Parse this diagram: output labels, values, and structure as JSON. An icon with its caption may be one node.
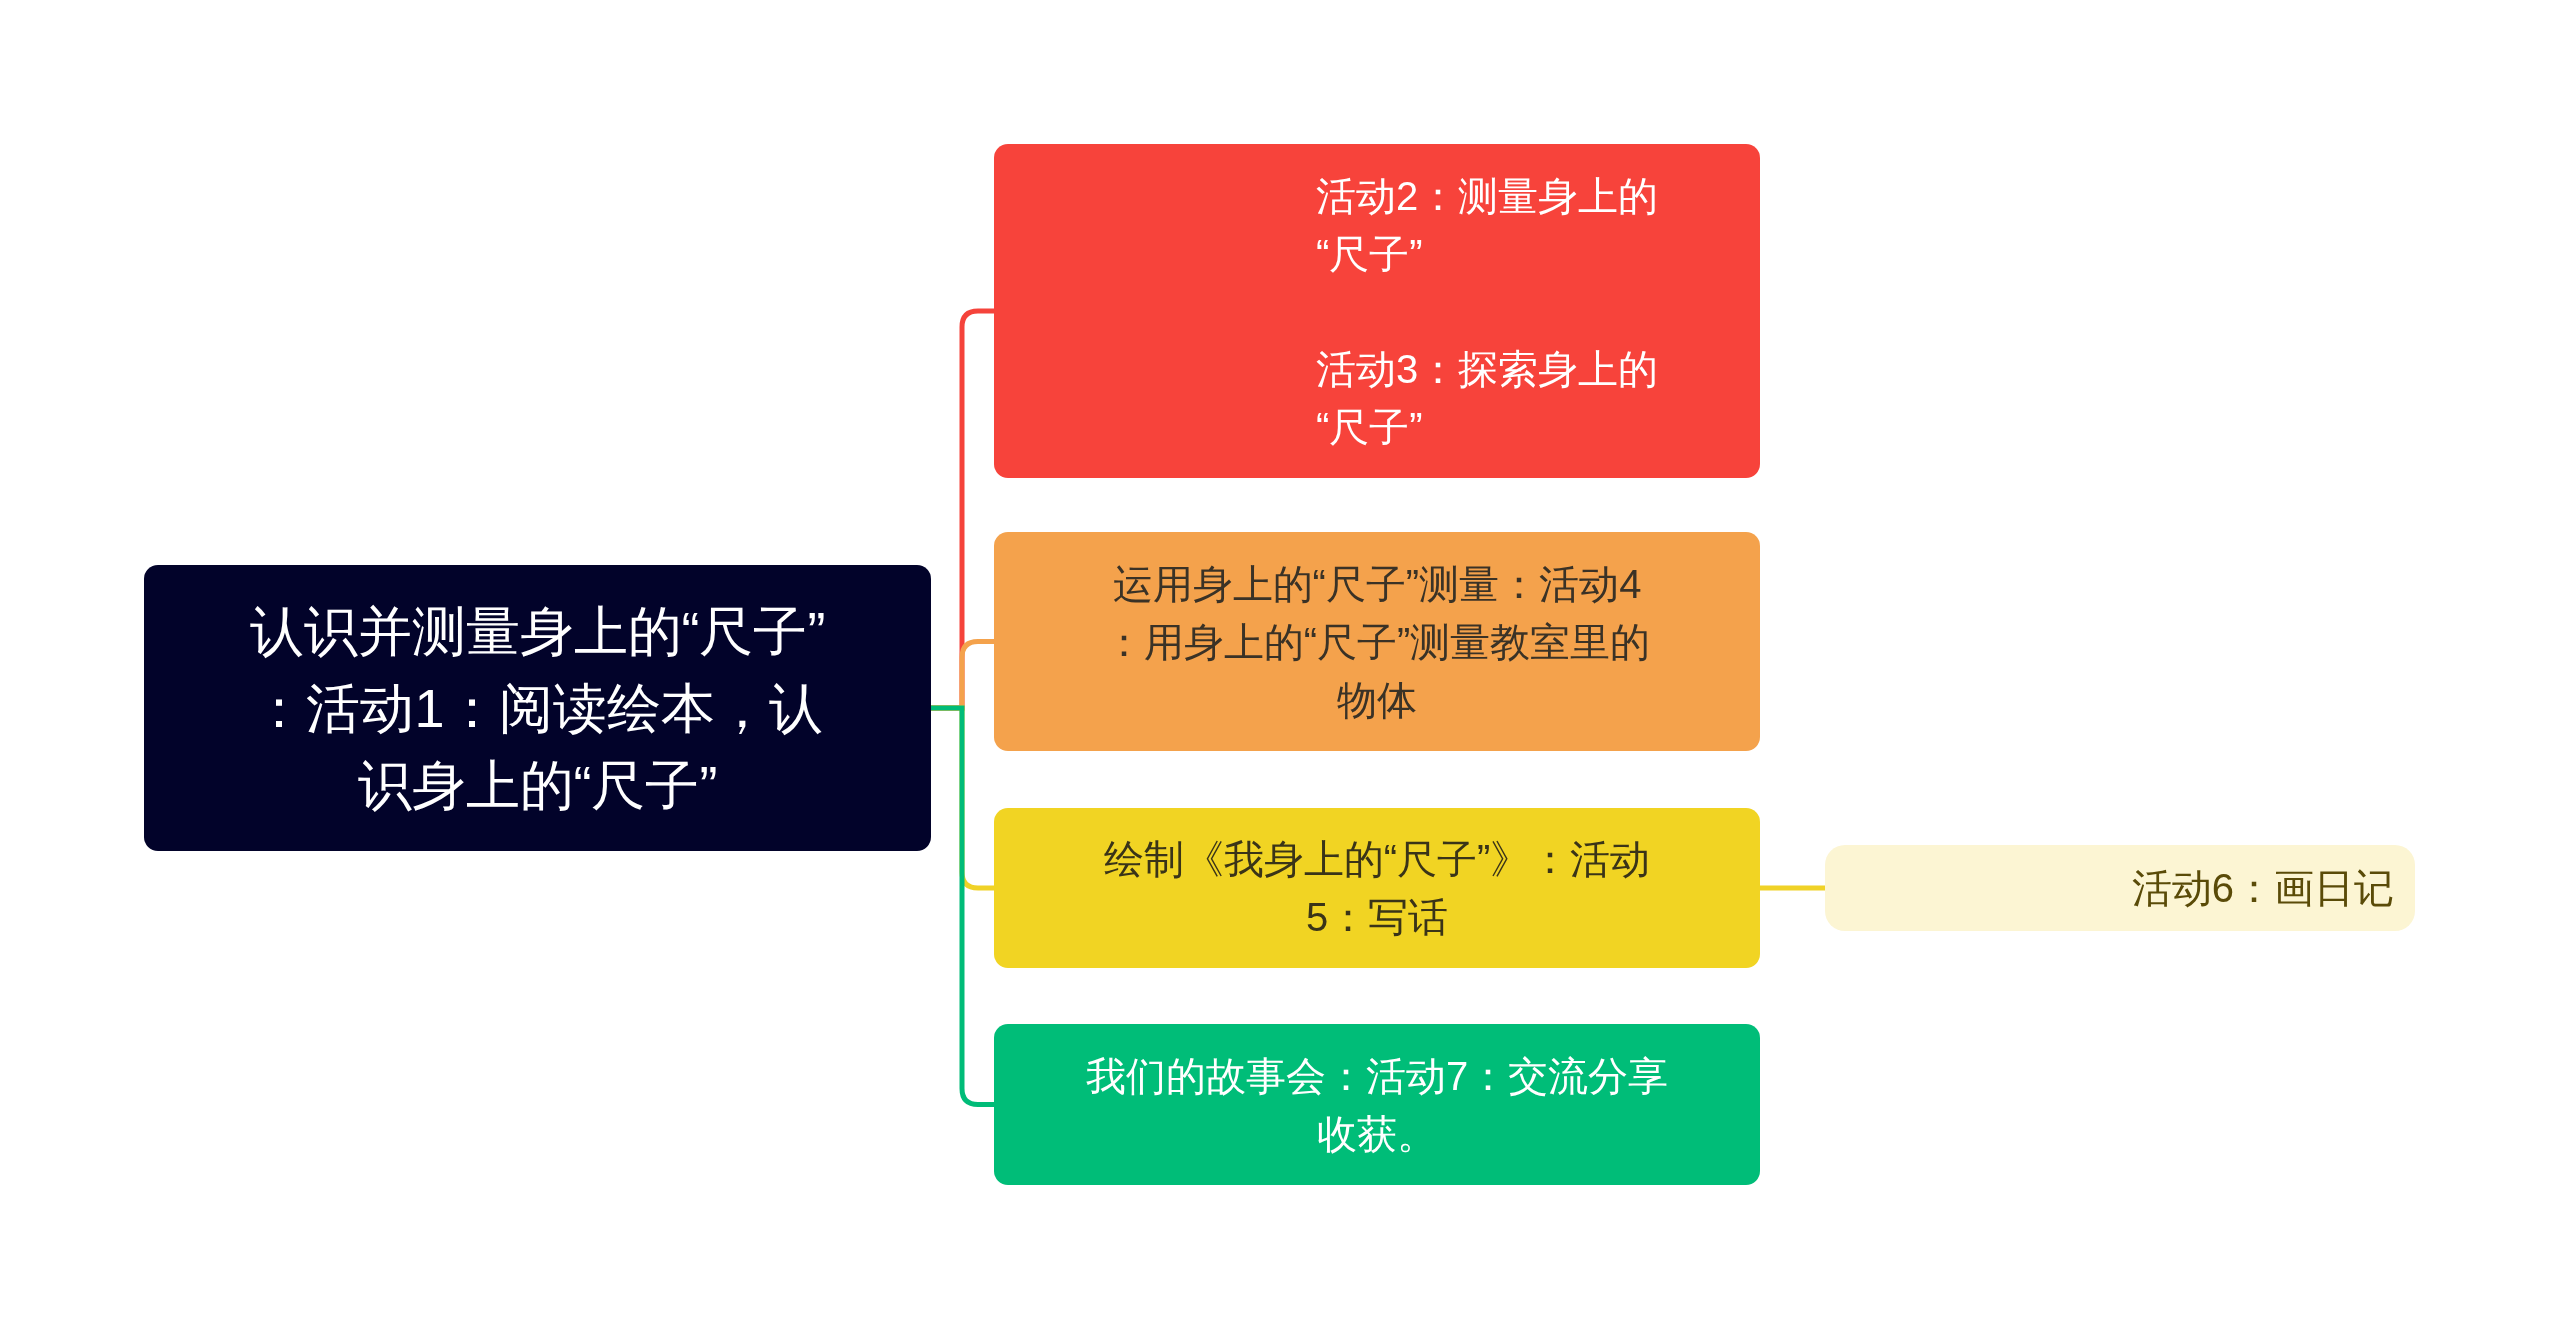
{
  "diagram": {
    "nodes": [
      {
        "text": [
          "认识并测量身上的“尺子”：活动1：阅读绘本，认识身上的“尺子”"
        ]
      },
      {
        "text": [
          "活动2：测量身上的“尺子”",
          "活动3：探索身上的“尺子”"
        ]
      },
      {
        "text": [
          "运用身上的“尺子”测量：活动4：用身上的“尺子”测量教室里的物体"
        ]
      },
      {
        "text": [
          "绘制《我身上的“尺子”》：活动5：写话"
        ]
      },
      {
        "text": [
          "我们的故事会：活动7：交流分享收获。"
        ]
      },
      {
        "text": [
          "活动6：画日记"
        ]
      }
    ],
    "edges": [
      {
        "from": 0,
        "to": 1,
        "arrow": "none",
        "color": "#f5433b"
      },
      {
        "from": 0,
        "to": 2,
        "arrow": "none",
        "color": "#f4a24c"
      },
      {
        "from": 0,
        "to": 3,
        "arrow": "none",
        "color": "#f0d227"
      },
      {
        "from": 3,
        "to": 5,
        "arrow": "none",
        "color": "#f0d227"
      },
      {
        "from": 0,
        "to": 4,
        "arrow": "none",
        "color": "#00bc78"
      }
    ]
  }
}
